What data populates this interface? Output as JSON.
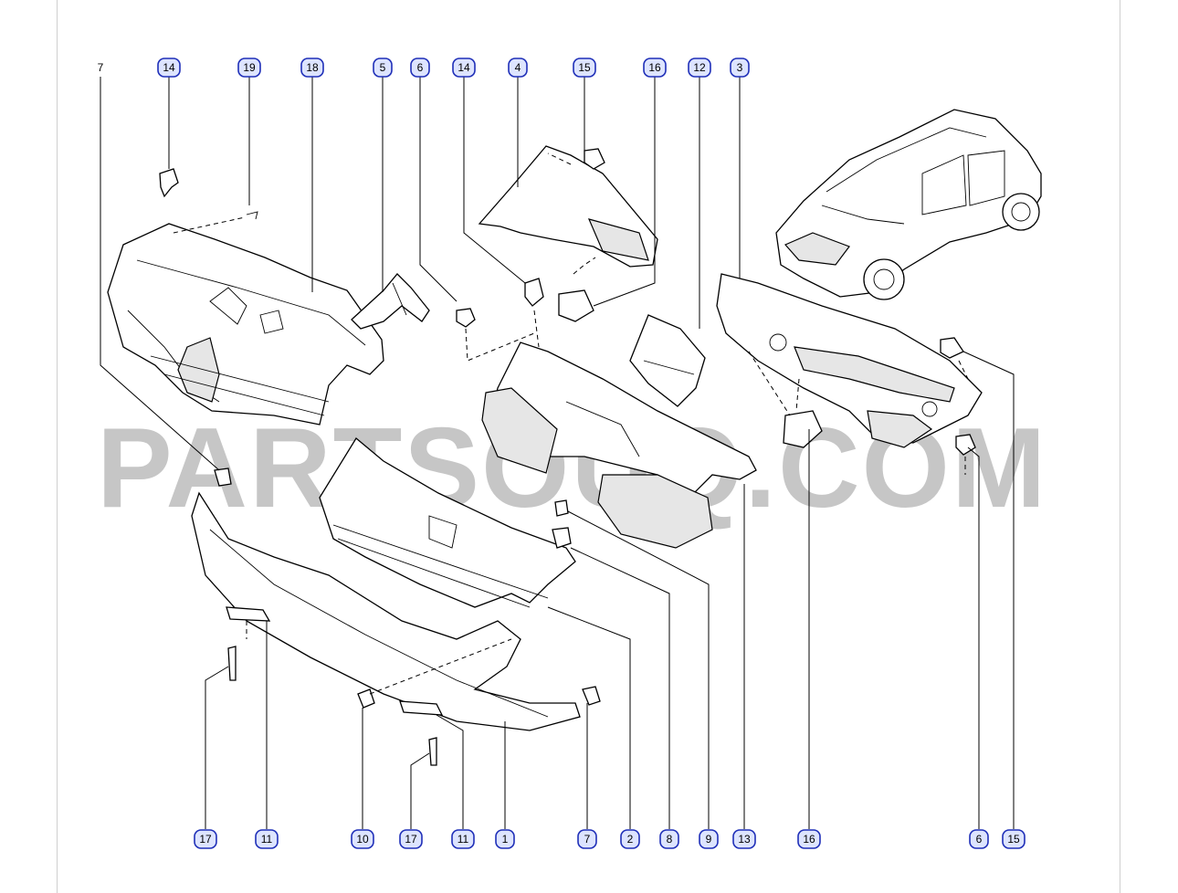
{
  "watermark": "PARTSOUQ.COM",
  "colors": {
    "callout_fill": "#dde4ff",
    "callout_stroke": "#1f2fb8",
    "line": "#000000",
    "watermark": "#bdbdbd"
  },
  "callouts_top": [
    "7",
    "14",
    "19",
    "18",
    "5",
    "6",
    "14",
    "4",
    "15",
    "16",
    "12",
    "3"
  ],
  "callouts_bottom": [
    "17",
    "11",
    "10",
    "17",
    "11",
    "1",
    "7",
    "2",
    "8",
    "9",
    "13",
    "16",
    "6",
    "15"
  ]
}
